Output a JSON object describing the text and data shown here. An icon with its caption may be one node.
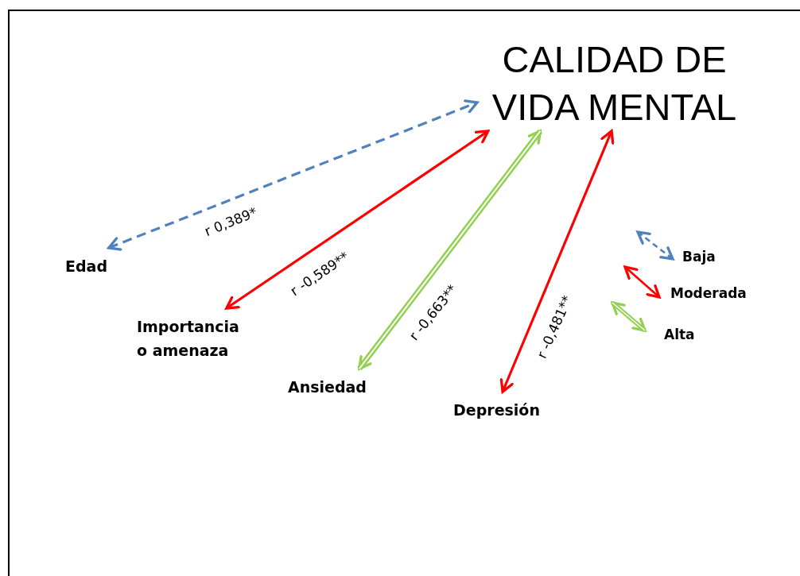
{
  "diagram": {
    "nodes": [
      {
        "text": [
          "CALIDAD DE VIDA MENTAL"
        ]
      },
      {
        "text": [
          "Edad"
        ]
      },
      {
        "text": [
          "Importancia o amenaza"
        ]
      },
      {
        "text": [
          "Ansiedad"
        ]
      },
      {
        "text": [
          "Depresión"
        ]
      }
    ],
    "edges": [
      {
        "from": 1,
        "to": 0,
        "arrow": "both",
        "label": "r 0,389*",
        "style": "dashed",
        "color": "#4f81bd"
      },
      {
        "from": 2,
        "to": 0,
        "arrow": "both",
        "label": "r -0,589**"
      },
      {
        "from": 3,
        "to": 0,
        "arrow": "both",
        "label": "r -0,663**",
        "style": "thick",
        "color": "#92d050"
      },
      {
        "from": 4,
        "to": 0,
        "arrow": "both",
        "label": "r -0,481**"
      }
    ],
    "legend": [
      {
        "text": "Baja"
      },
      {
        "text": "Moderada"
      },
      {
        "text": "Alta"
      }
    ]
  }
}
